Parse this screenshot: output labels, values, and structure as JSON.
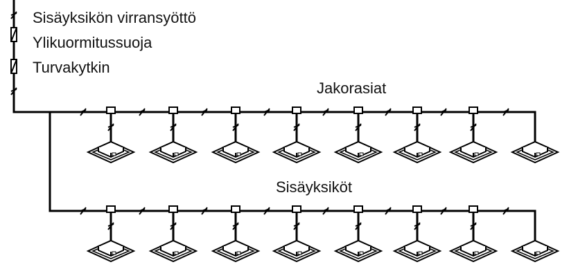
{
  "legend": {
    "power_supply": "Sisäyksikön virransyöttö",
    "overload_protection": "Ylikuormitussuoja",
    "safety_switch": "Turvakytkin"
  },
  "labels": {
    "junction_boxes": "Jakorasiat",
    "indoor_units": "Sisäyksiköt"
  },
  "rows": [
    {
      "name": "upper",
      "unit_count": 8,
      "junction_box_count": 7
    },
    {
      "name": "lower",
      "unit_count": 8,
      "junction_box_count": 7
    }
  ]
}
